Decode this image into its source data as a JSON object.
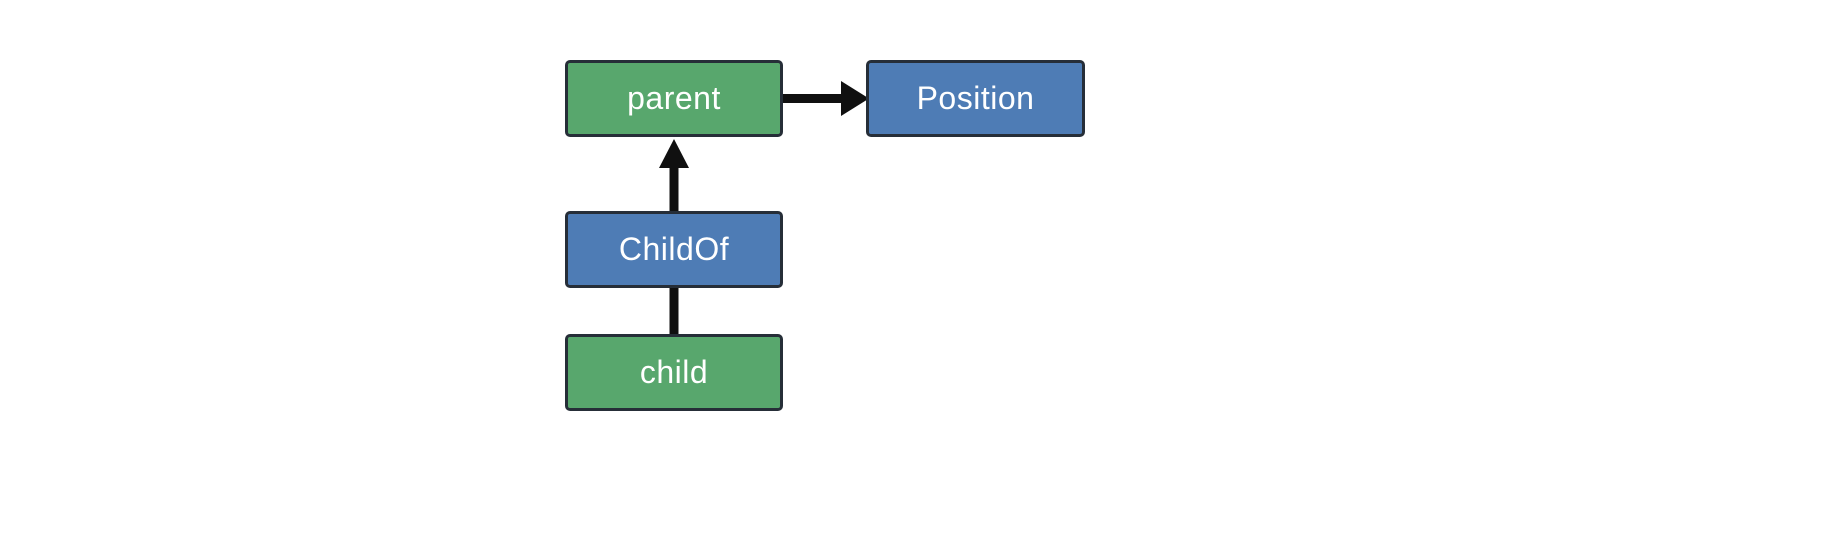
{
  "diagram": {
    "background": "#ffffff",
    "colors": {
      "entity_fill": "#58a76d",
      "component_fill": "#4e7cb5",
      "node_border": "#262e38",
      "node_text": "#ffffff",
      "edge": "#101010"
    },
    "nodes": [
      {
        "id": "parent",
        "label": "parent",
        "fill": "#58a76d"
      },
      {
        "id": "Position",
        "label": "Position",
        "fill": "#4e7cb5"
      },
      {
        "id": "ChildOf",
        "label": "ChildOf",
        "fill": "#4e7cb5"
      },
      {
        "id": "child",
        "label": "child",
        "fill": "#58a76d"
      }
    ],
    "edges": [
      {
        "from": "parent",
        "to": "Position",
        "direction": "right",
        "arrowhead": true
      },
      {
        "from": "ChildOf",
        "to": "parent",
        "direction": "up",
        "arrowhead": true
      },
      {
        "from": "child",
        "to": "ChildOf",
        "direction": "up",
        "arrowhead": false
      }
    ]
  }
}
